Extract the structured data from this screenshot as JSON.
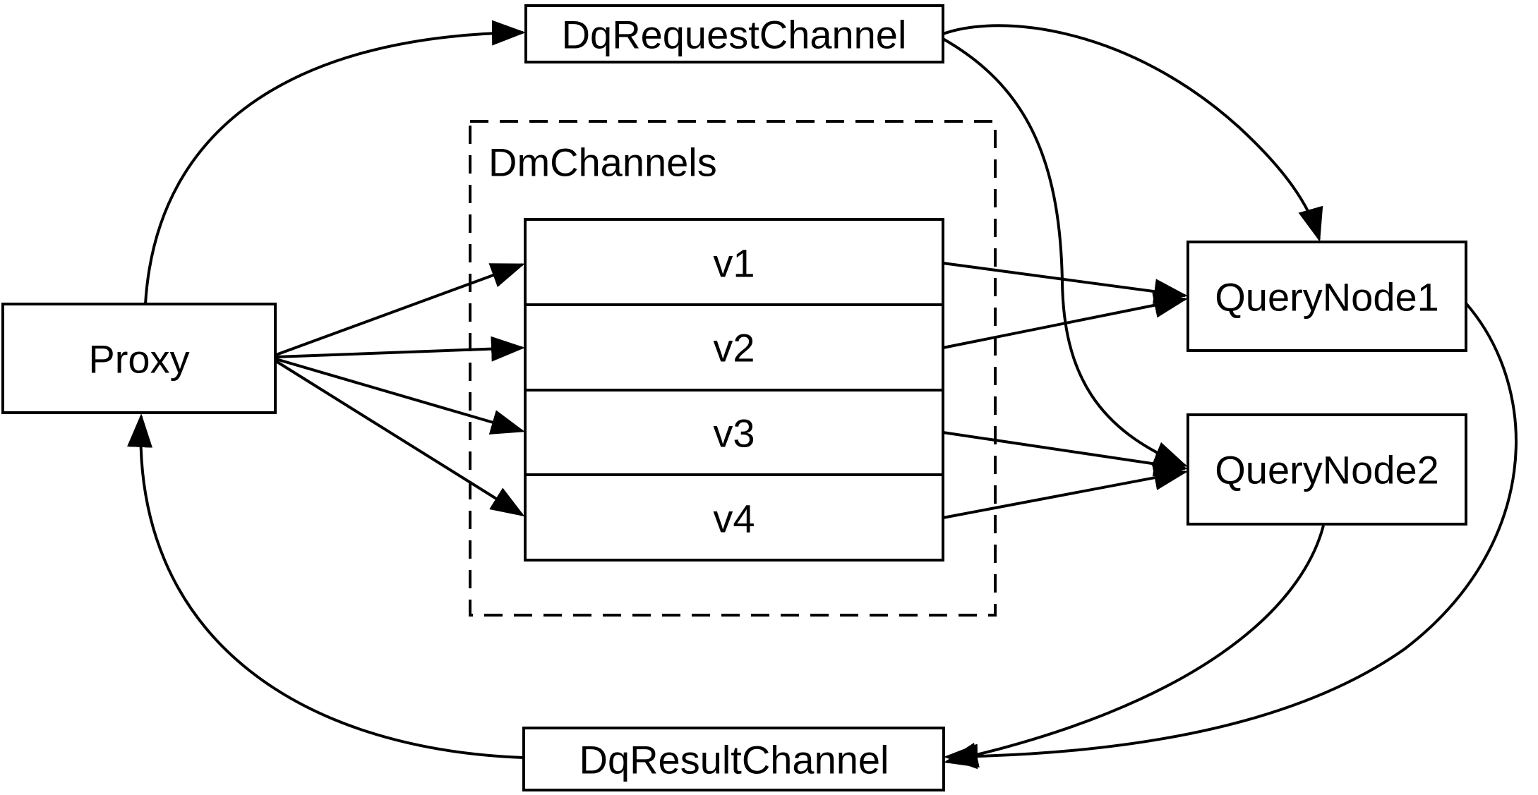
{
  "diagram": {
    "background_color": "#ffffff",
    "stroke_color": "#000000",
    "nodes": {
      "proxy": {
        "label": "Proxy"
      },
      "dq_request_channel": {
        "label": "DqRequestChannel"
      },
      "dm_channels_group": {
        "label": "DmChannels"
      },
      "channels": [
        {
          "label": "v1"
        },
        {
          "label": "v2"
        },
        {
          "label": "v3"
        },
        {
          "label": "v4"
        }
      ],
      "query_node_1": {
        "label": "QueryNode1"
      },
      "query_node_2": {
        "label": "QueryNode2"
      },
      "dq_result_channel": {
        "label": "DqResultChannel"
      }
    }
  }
}
